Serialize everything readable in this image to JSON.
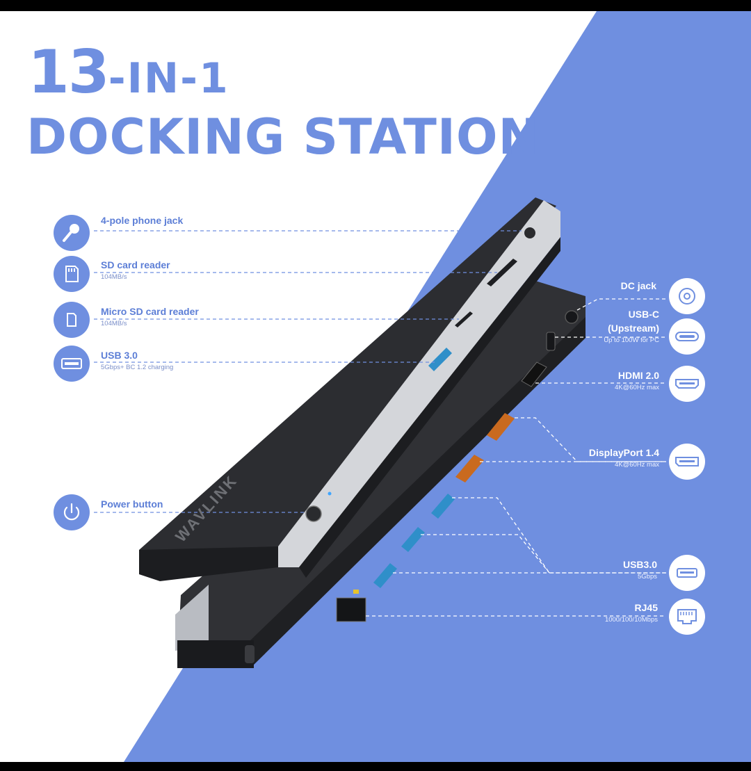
{
  "headline": {
    "number": "13",
    "suffix": "-IN-1",
    "line2": "DOCKING STATION"
  },
  "colors": {
    "accent_blue": "#6f8fe0",
    "background": "#ffffff",
    "device_dark": "#2a2b2e",
    "device_silver": "#c9ccd2"
  },
  "product_logo": "WAVLINK",
  "left_features": [
    {
      "name": "4-pole phone jack",
      "sub": "",
      "icon": "microphone-icon"
    },
    {
      "name": "SD card reader",
      "sub": "104MB/s",
      "icon": "sd-card-icon"
    },
    {
      "name": "Micro SD card reader",
      "sub": "104MB/s",
      "icon": "micro-sd-card-icon"
    },
    {
      "name": "USB 3.0",
      "sub": "5Gbps+ BC 1.2 charging",
      "icon": "usb-port-icon"
    },
    {
      "name": "Power button",
      "sub": "",
      "icon": "power-icon"
    }
  ],
  "right_features": [
    {
      "name": "DC jack",
      "sub": "",
      "icon": "dc-jack-icon"
    },
    {
      "name": "USB-C",
      "name2": "(Upstream)",
      "sub": "Up to 100W for PC",
      "icon": "usb-c-icon"
    },
    {
      "name": "HDMI 2.0",
      "sub": "4K@60Hz max",
      "icon": "hdmi-icon"
    },
    {
      "name": "DisplayPort 1.4",
      "sub": "4K@60Hz max",
      "icon": "displayport-icon"
    },
    {
      "name": "USB3.0",
      "sub": "5Gbps",
      "icon": "usb-port-icon"
    },
    {
      "name": "RJ45",
      "sub": "1000/100/10Mbps",
      "icon": "ethernet-icon"
    }
  ]
}
